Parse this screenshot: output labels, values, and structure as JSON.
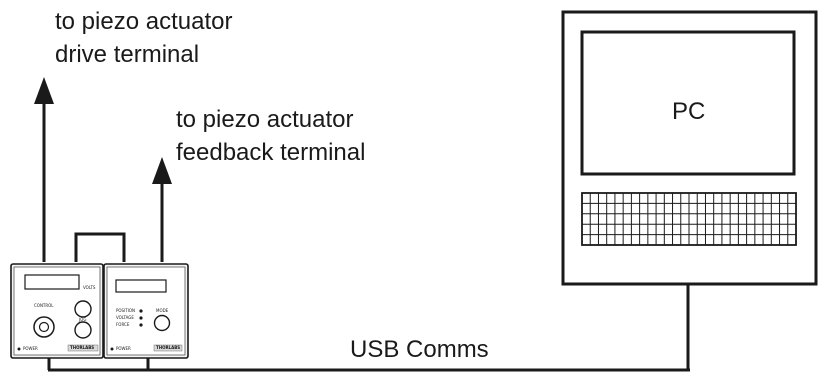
{
  "labels": {
    "drive_line1": "to piezo actuator",
    "drive_line2": "drive terminal",
    "feedback_line1": "to piezo actuator",
    "feedback_line2": "feedback terminal",
    "pc": "PC",
    "usb": "USB Comms"
  },
  "driver_unit": {
    "volts": "VOLTS",
    "control": "CONTROL",
    "power": "POWER",
    "brand": "THORLABS",
    "knob_label": "JOG"
  },
  "sensor_unit": {
    "mode": "MODE",
    "indicators": [
      "POSITION",
      "VOLTAGE",
      "FORCE"
    ],
    "power": "POWER",
    "brand": "THORLABS"
  },
  "colors": {
    "ink": "#1a1a1a",
    "panel": "#ffffff",
    "shade": "#d9d9d9"
  }
}
